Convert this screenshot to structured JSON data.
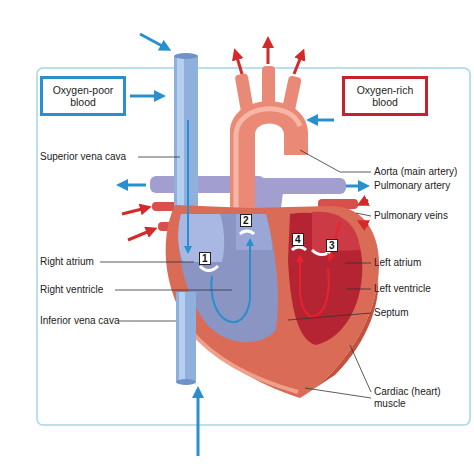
{
  "diagram": {
    "nodes": [
      {
        "text": [
          "Oxygen-poor blood"
        ]
      },
      {
        "text": [
          "Oxygen-rich blood"
        ]
      }
    ],
    "labels": [
      "Superior vena cava",
      "Aorta (main artery)",
      "Pulmonary artery",
      "Pulmonary veins",
      "2",
      "4",
      "3",
      "Right atrium",
      "1",
      "Left atrium",
      "Right ventricle",
      "Left ventricle",
      "Septum",
      "Inferior vena cava",
      "Cardiac (heart) muscle"
    ]
  }
}
